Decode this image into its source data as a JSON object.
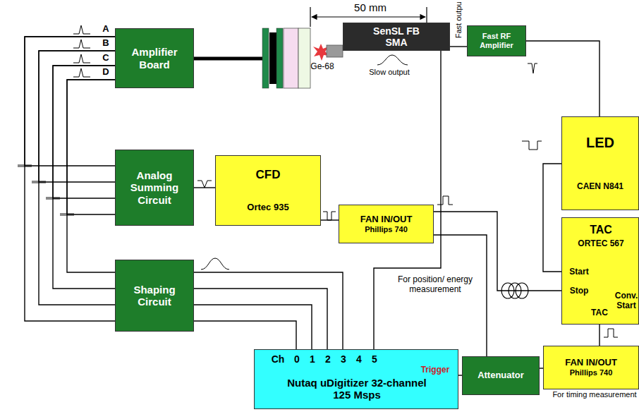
{
  "diagram": {
    "nodes": [
      {
        "text": [
          "Amplifier Board"
        ]
      },
      {
        "text": [
          "Analog Summing Circuit"
        ]
      },
      {
        "text": [
          "Shaping Circuit"
        ]
      },
      {
        "text": [
          "CFD",
          "Ortec 935"
        ]
      },
      {
        "text": [
          "FAN IN/OUT",
          "Phillips 740"
        ]
      },
      {
        "text": [
          "SenSL FB SMA"
        ]
      },
      {
        "text": [
          "Fast RF Amplifier"
        ]
      },
      {
        "text": [
          "LED",
          "CAEN N841"
        ]
      },
      {
        "text": [
          "TAC",
          "ORTEC 567",
          "Start",
          "Stop",
          "TAC",
          "Conv. Start"
        ]
      },
      {
        "text": [
          "FAN IN/OUT",
          "Phillips 740"
        ]
      },
      {
        "text": [
          "Ch",
          "0",
          "1",
          "2",
          "3",
          "4",
          "5",
          "Trigger",
          "Nutaq uDigitizer 32-channel 125 Msps"
        ]
      },
      {
        "text": [
          "Attenuator"
        ]
      }
    ],
    "edges": [
      {
        "from": 0,
        "to": 1,
        "arrow": "none"
      },
      {
        "from": 0,
        "to": 1,
        "arrow": "none"
      },
      {
        "from": 0,
        "to": 1,
        "arrow": "none"
      },
      {
        "from": 0,
        "to": 1,
        "arrow": "none"
      },
      {
        "from": 0,
        "to": 2,
        "arrow": "none"
      },
      {
        "from": 0,
        "to": 2,
        "arrow": "none"
      },
      {
        "from": 0,
        "to": 2,
        "arrow": "none"
      },
      {
        "from": 0,
        "to": 2,
        "arrow": "none"
      },
      {
        "from": 1,
        "to": 3,
        "arrow": "none"
      },
      {
        "from": 3,
        "to": 4,
        "arrow": "none"
      },
      {
        "from": 4,
        "to": 8,
        "arrow": "none"
      },
      {
        "from": 4,
        "to": 11,
        "arrow": "none"
      },
      {
        "from": 2,
        "to": 10,
        "arrow": "none"
      },
      {
        "from": 2,
        "to": 10,
        "arrow": "none"
      },
      {
        "from": 2,
        "to": 10,
        "arrow": "none"
      },
      {
        "from": 2,
        "to": 10,
        "arrow": "none"
      },
      {
        "from": 5,
        "to": 6,
        "arrow": "none"
      },
      {
        "from": 6,
        "to": 7,
        "arrow": "none"
      },
      {
        "from": 7,
        "to": 8,
        "arrow": "none"
      },
      {
        "from": 8,
        "to": 9,
        "arrow": "none"
      },
      {
        "from": 9,
        "to": 11,
        "arrow": "none"
      },
      {
        "from": 11,
        "to": 10,
        "arrow": "none"
      },
      {
        "from": 5,
        "to": 10,
        "arrow": "none"
      }
    ],
    "labels": [
      "A",
      "B",
      "C",
      "D",
      "50 mm",
      "Ge-68",
      "Fast outpu",
      "Slow output",
      "For position/ energy measurement",
      "For timing measurement"
    ]
  }
}
